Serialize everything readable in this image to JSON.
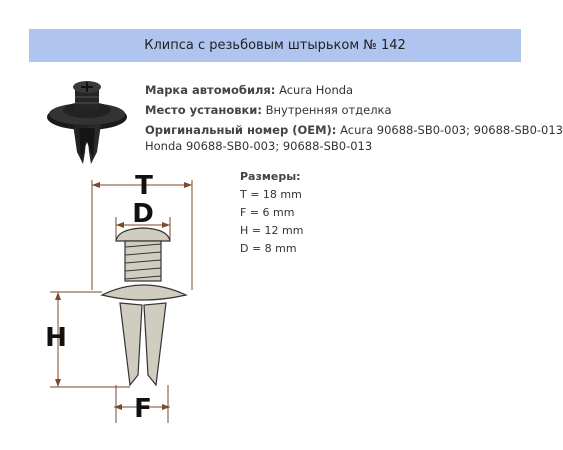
{
  "header": {
    "title": "Клипса с резьбовым штырьком № 142"
  },
  "info": {
    "brand_label": "Марка автомобиля:",
    "brand_value": "Acura Honda",
    "location_label": "Место установки:",
    "location_value": "Внутренняя отделка",
    "oem_label": "Оригинальный номер (OEM):",
    "oem_value_line1": "Acura 90688-SB0-003; 90688-SB0-013",
    "oem_value_line2": "Honda 90688-SB0-003; 90688-SB0-013"
  },
  "sizes": {
    "title": "Размеры:",
    "items": [
      "T = 18 mm",
      "F = 6 mm",
      "H = 12 mm",
      "D = 8 mm"
    ]
  },
  "diagram": {
    "label_t": "T",
    "label_d": "D",
    "label_h": "H",
    "label_f": "F"
  },
  "colors": {
    "header_bg": "#b0c4f0",
    "part_fill": "#d0cdc0",
    "dim_line": "#7a4a2a"
  }
}
